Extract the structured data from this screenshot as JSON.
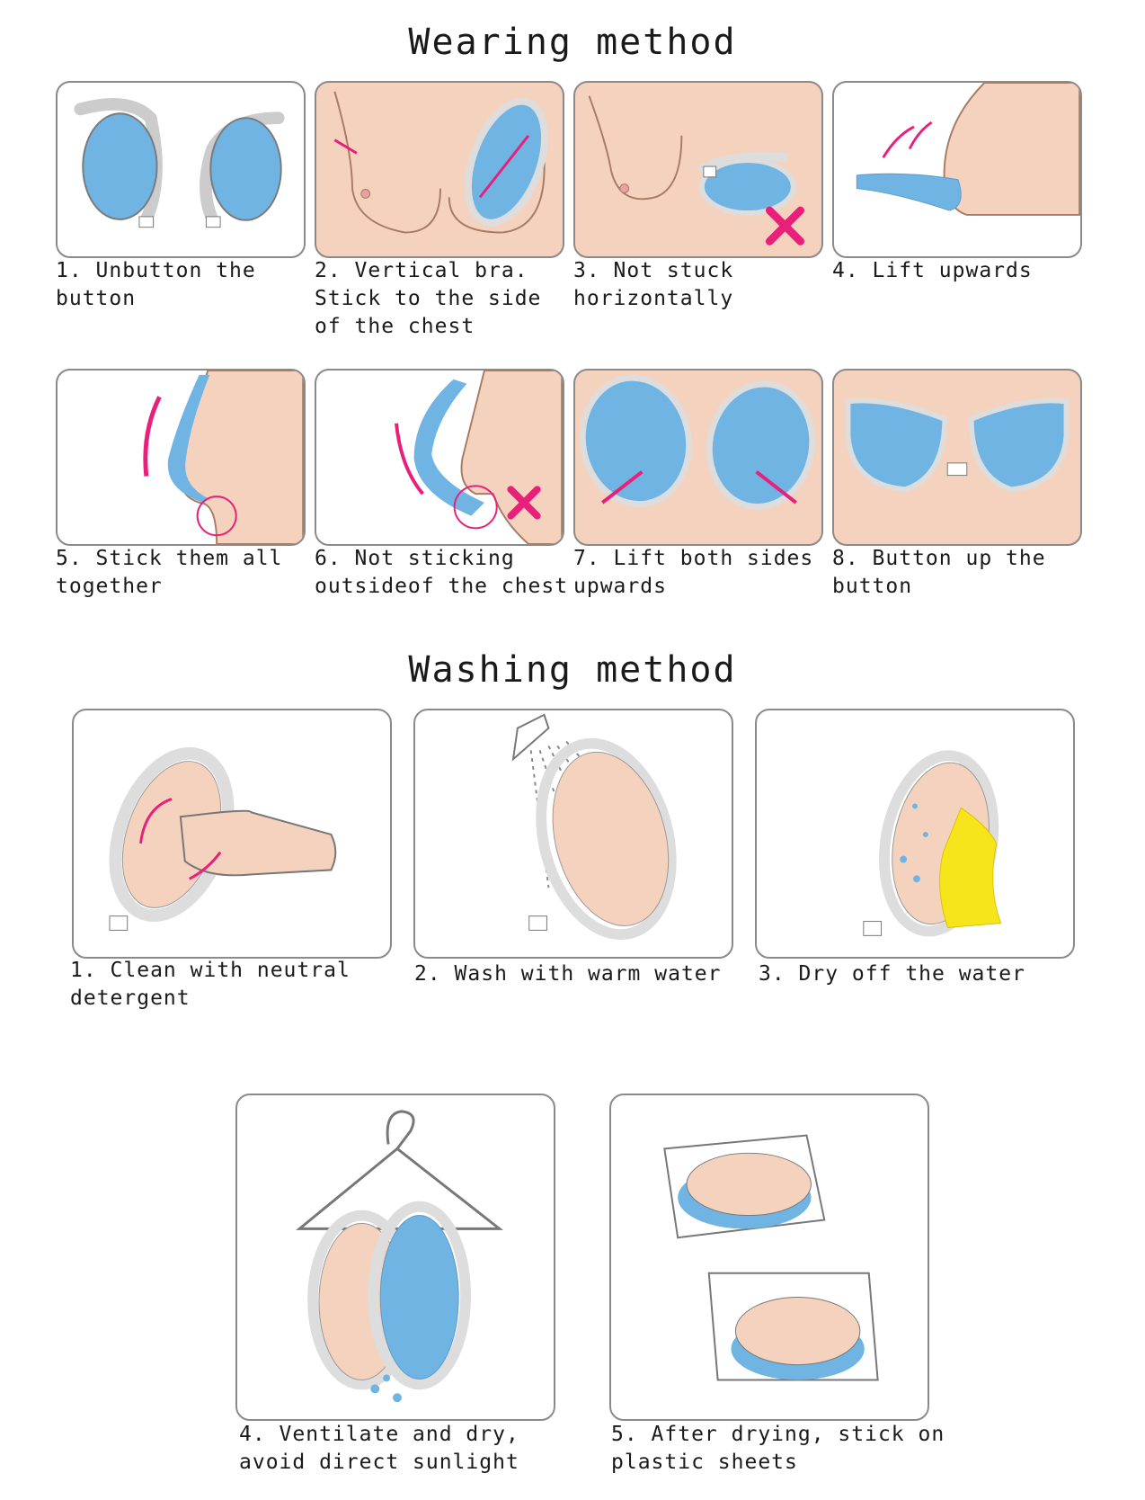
{
  "wearing": {
    "title": "Wearing method",
    "steps": [
      "1. Unbutton the\nbutton",
      "2. Vertical bra.\nStick to the side\nof the chest",
      "3. Not stuck\nhorizontally",
      "4. Lift upwards",
      "5. Stick them all\ntogether",
      "6. Not sticking\noutsideof the chest",
      "7. Lift both sides\nupwards",
      "8. Button up the\nbutton"
    ]
  },
  "washing": {
    "title": "Washing method",
    "steps": [
      "1. Clean with neutral\ndetergent",
      "2. Wash with warm water",
      "3. Dry off the water",
      "4. Ventilate and dry,\navoid direct sunlight",
      "5. After drying, stick on\nplastic sheets"
    ]
  },
  "colors": {
    "skin": "#f5d2bd",
    "cup_blue": "#6fb4e3",
    "arrow_pink": "#e8207a",
    "cross_pink": "#e8207a",
    "towel_yellow": "#f7e51c"
  }
}
